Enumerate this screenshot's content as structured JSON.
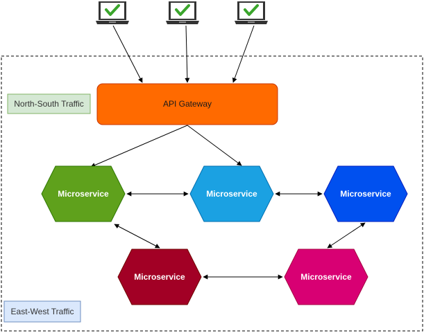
{
  "diagram": {
    "gateway": {
      "label": "API Gateway",
      "color": "#ff6a00"
    },
    "north_south_label": "North-South Traffic",
    "east_west_label": "East-West Traffic",
    "clients": [
      {
        "icon": "laptop-check-icon"
      },
      {
        "icon": "laptop-check-icon"
      },
      {
        "icon": "laptop-check-icon"
      }
    ],
    "microservices": [
      {
        "label": "Microservice",
        "color": "#5fa11c"
      },
      {
        "label": "Microservice",
        "color": "#1ba1e2"
      },
      {
        "label": "Microservice",
        "color": "#0050ef"
      },
      {
        "label": "Microservice",
        "color": "#a20025"
      },
      {
        "label": "Microservice",
        "color": "#d80073"
      }
    ],
    "tag_colors": {
      "north_south_fill": "#d5e8d4",
      "north_south_stroke": "#82b366",
      "east_west_fill": "#dae8fc",
      "east_west_stroke": "#6c8ebf"
    }
  }
}
